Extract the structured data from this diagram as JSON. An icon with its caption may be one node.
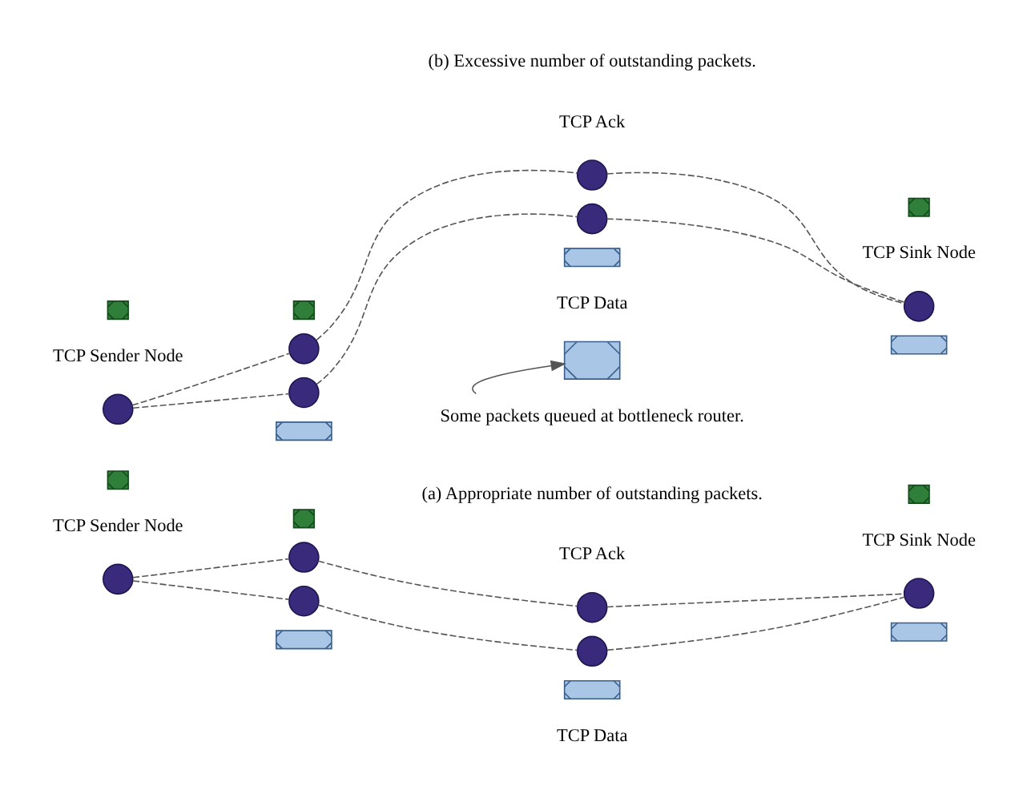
{
  "diagram": {
    "nodes": [
      {
        "text": [],
        "shape": "box"
      },
      {
        "text": [],
        "shape": "box"
      },
      {
        "text": [],
        "shape": "box"
      },
      {
        "text": [],
        "shape": "circle",
        "beside": [
          "TCP Sender Node"
        ]
      },
      {
        "text": [],
        "shape": "circle"
      },
      {
        "text": [],
        "shape": "circle"
      },
      {
        "text": [],
        "shape": "circle",
        "beside": [
          "TCP Sink Node"
        ]
      },
      {
        "text": [],
        "shape": "box"
      },
      {
        "text": [],
        "shape": "circle"
      },
      {
        "text": [],
        "shape": "circle"
      },
      {
        "text": [],
        "shape": "box"
      },
      {
        "text": [],
        "shape": "box"
      },
      {
        "text": [
          "Some packets queued at bottleneck router."
        ]
      },
      {
        "text": [],
        "shape": "box"
      },
      {
        "text": [],
        "shape": "box"
      },
      {
        "text": [],
        "shape": "box"
      },
      {
        "text": [],
        "shape": "box"
      },
      {
        "text": [],
        "shape": "circle",
        "beside": [
          "TCP Sender Node"
        ]
      },
      {
        "text": [],
        "shape": "circle"
      },
      {
        "text": [],
        "shape": "circle"
      },
      {
        "text": [],
        "shape": "circle",
        "beside": [
          "TCP Sink Node"
        ]
      },
      {
        "text": [],
        "shape": "box"
      },
      {
        "text": [],
        "shape": "circle"
      },
      {
        "text": [],
        "shape": "circle"
      },
      {
        "text": [],
        "shape": "box"
      },
      {
        "text": [],
        "shape": "box"
      }
    ],
    "edges": [
      {
        "from": 3,
        "to": 4,
        "arrow": "none",
        "style": "dashed"
      },
      {
        "from": 4,
        "to": 5,
        "arrow": "none",
        "style": "dashed"
      },
      {
        "from": 5,
        "to": 6,
        "arrow": "none",
        "style": "dashed"
      },
      {
        "from": 3,
        "to": 8,
        "arrow": "none",
        "style": "dashed"
      },
      {
        "from": 8,
        "to": 9,
        "arrow": "none",
        "style": "dashed"
      },
      {
        "from": 9,
        "to": 6,
        "arrow": "none",
        "style": "dashed"
      },
      {
        "from": 12,
        "to": 14,
        "arrow": "to"
      },
      {
        "from": 17,
        "to": 18,
        "arrow": "none",
        "style": "dashed"
      },
      {
        "from": 18,
        "to": 19,
        "arrow": "none",
        "style": "dashed"
      },
      {
        "from": 19,
        "to": 20,
        "arrow": "none",
        "style": "dashed"
      },
      {
        "from": 17,
        "to": 22,
        "arrow": "none",
        "style": "dashed"
      },
      {
        "from": 22,
        "to": 23,
        "arrow": "none",
        "style": "dashed"
      },
      {
        "from": 23,
        "to": 20,
        "arrow": "none",
        "style": "dashed"
      }
    ],
    "labels": [
      "TCP Data",
      "TCP Ack",
      "(a) Appropriate number of outstanding packets.",
      "TCP Data",
      "TCP Ack",
      "(b) Excessive number of outstanding packets."
    ]
  }
}
